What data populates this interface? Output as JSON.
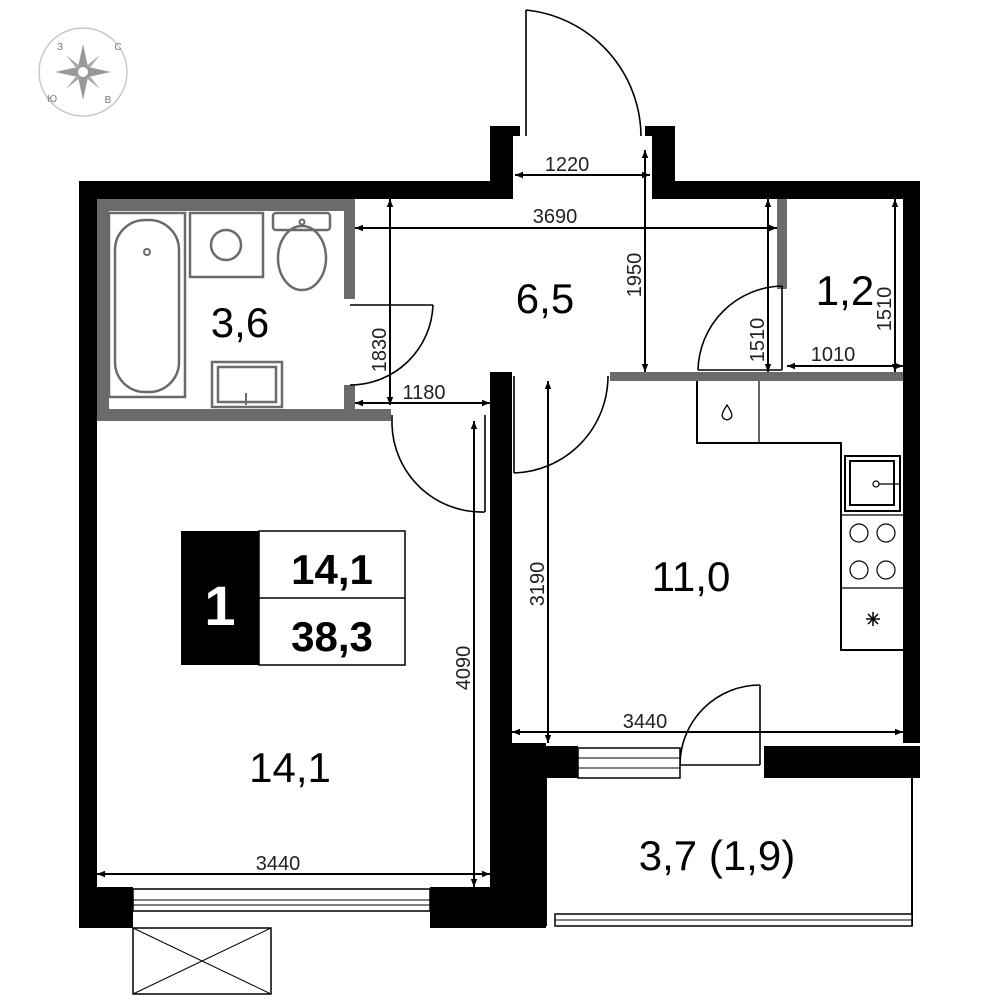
{
  "compass": {
    "letters": [
      "З",
      "С",
      "Ю",
      "В"
    ]
  },
  "badge": {
    "rooms": "1",
    "living_area": "14,1",
    "total_area": "38,3"
  },
  "rooms": {
    "bathroom": "3,6",
    "hall": "6,5",
    "storage": "1,2",
    "kitchen": "11,0",
    "living_room": "14,1",
    "balcony": "3,7 (1,9)"
  },
  "dimensions": {
    "entrance_width": "1220",
    "hall_width": "3690",
    "hall_depth": "1950",
    "bath_depth": "1830",
    "bath_door": "1180",
    "storage_depth_left": "1510",
    "storage_depth_right": "1510",
    "storage_width": "1010",
    "kitchen_depth": "3190",
    "kitchen_width": "3440",
    "living_depth": "4090",
    "living_width": "3440"
  }
}
